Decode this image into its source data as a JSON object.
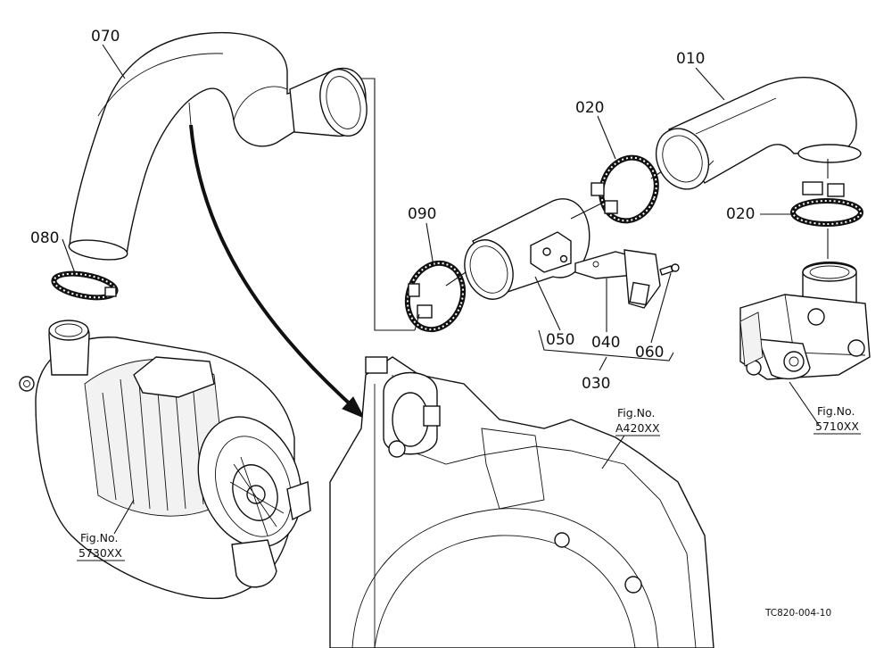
{
  "diagram_ref": "TC820-004-10",
  "parts": {
    "p010": "010",
    "p020a": "020",
    "p020b": "020",
    "p030": "030",
    "p040": "040",
    "p050": "050",
    "p060": "060",
    "p070": "070",
    "p080": "080",
    "p090": "090"
  },
  "figure_refs": {
    "fig_a420": {
      "label": "Fig.No.",
      "code": "A420XX"
    },
    "fig_5710": {
      "label": "Fig.No.",
      "code": "5710XX"
    },
    "fig_5730": {
      "label": "Fig.No.",
      "code": "5730XX"
    }
  }
}
